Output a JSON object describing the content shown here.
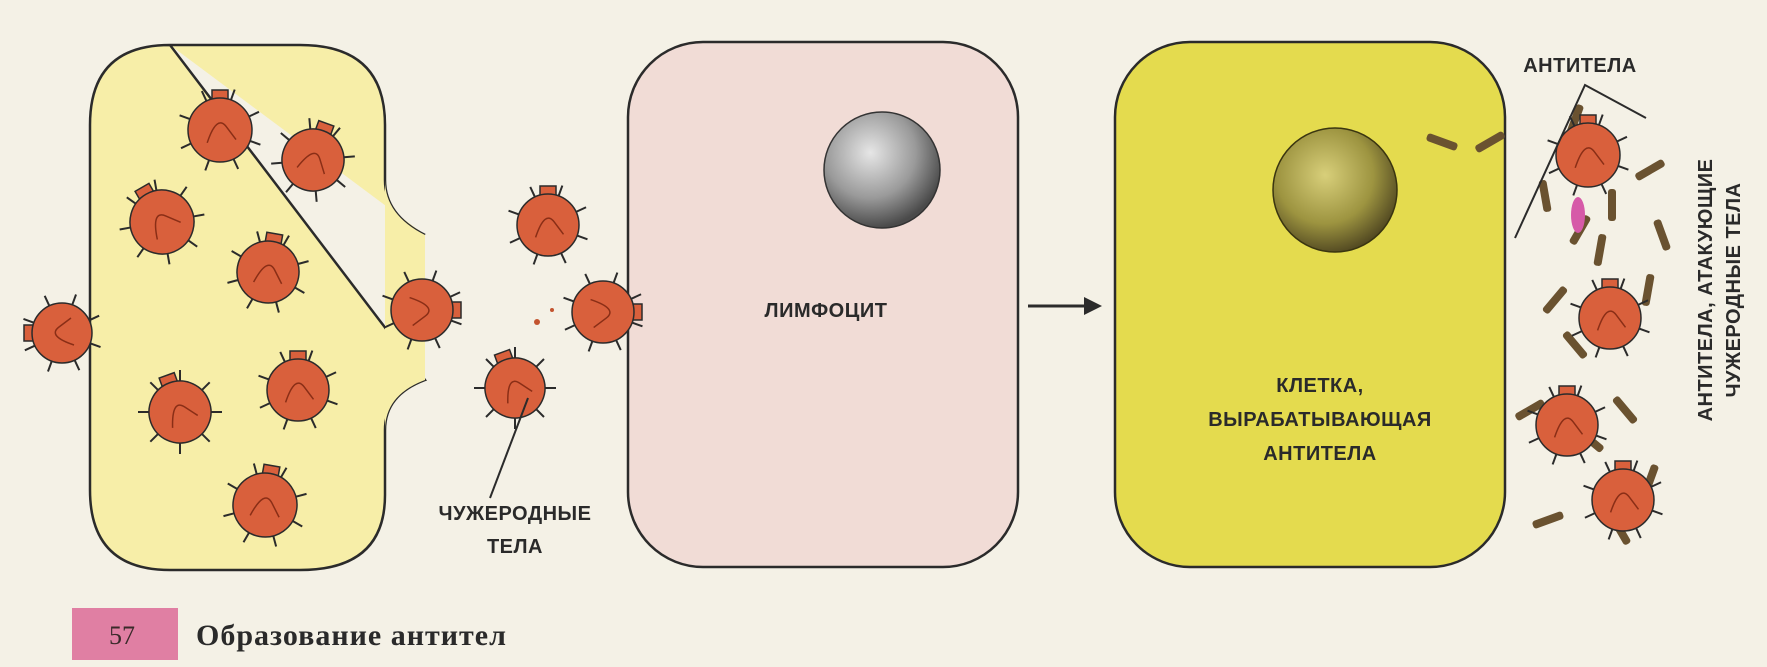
{
  "diagram": {
    "labels": {
      "foreign_bodies": [
        "ЧУЖЕРОДНЫЕ",
        "ТЕЛА"
      ],
      "lymphocyte": "ЛИМФОЦИТ",
      "antibody_cell": [
        "КЛЕТКА,",
        "ВЫРАБАТЫВАЮЩАЯ",
        "АНТИТЕЛА"
      ],
      "antibodies": "АНТИТЕЛА",
      "attacking": [
        "АНТИТЕЛА, АТАКУЮЩИЕ",
        "ЧУЖЕРОДНЫЕ ТЕЛА"
      ]
    },
    "caption": {
      "number": "57",
      "text": "Образование антител"
    }
  },
  "colors": {
    "background": "#f4f1e6",
    "body_cell": "#f7eea8",
    "lymphocyte_cell": "#f1dcd6",
    "antibody_cell": "#e4db4e",
    "foreign_body": "#d9603c",
    "outline": "#2b2b2b",
    "caption_box": "#e07fa3",
    "antibody": "#6a5230"
  }
}
